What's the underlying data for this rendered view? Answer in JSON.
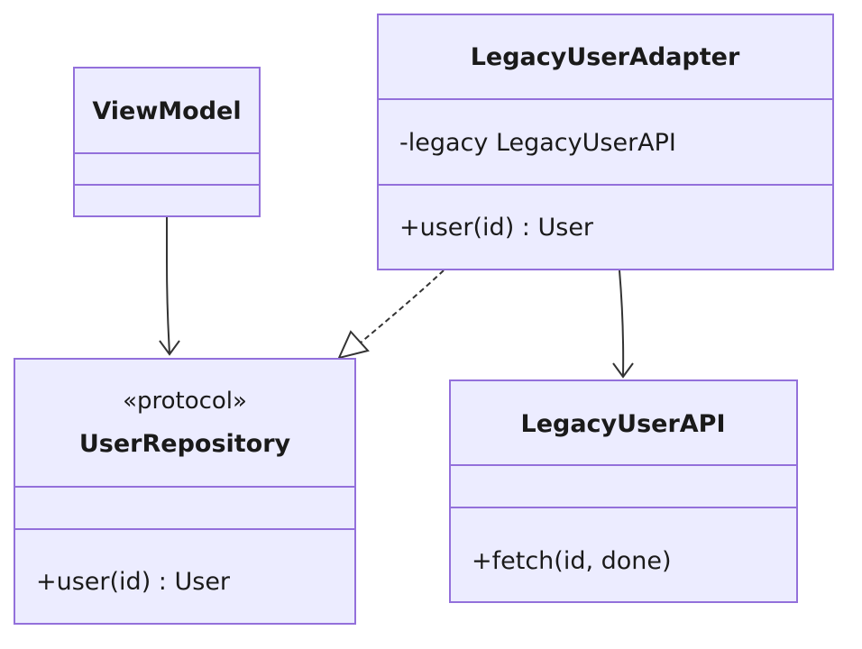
{
  "colors": {
    "box_fill": "#ECECFF",
    "box_stroke": "#9370DB",
    "edge": "#333333"
  },
  "classes": {
    "view_model": {
      "name": "ViewModel",
      "attributes": [],
      "methods": []
    },
    "legacy_user_adapter": {
      "name": "LegacyUserAdapter",
      "attributes": [
        "-legacy LegacyUserAPI"
      ],
      "methods": [
        "+user(id) : User"
      ]
    },
    "user_repository": {
      "stereotype": "«protocol»",
      "name": "UserRepository",
      "attributes": [],
      "methods": [
        "+user(id) : User"
      ]
    },
    "legacy_user_api": {
      "name": "LegacyUserAPI",
      "attributes": [],
      "methods": [
        "+fetch(id, done)"
      ]
    }
  },
  "relations": [
    {
      "from": "ViewModel",
      "to": "UserRepository",
      "kind": "association"
    },
    {
      "from": "LegacyUserAdapter",
      "to": "UserRepository",
      "kind": "realization"
    },
    {
      "from": "LegacyUserAdapter",
      "to": "LegacyUserAPI",
      "kind": "association"
    }
  ]
}
